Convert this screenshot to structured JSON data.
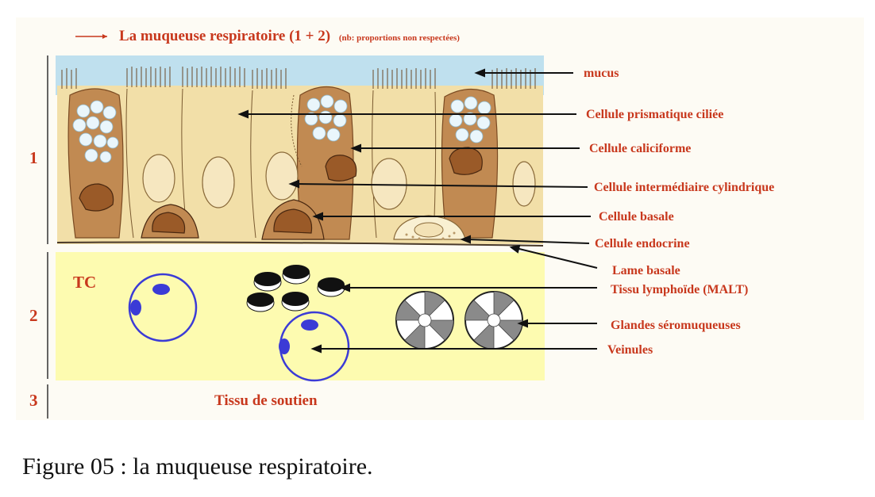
{
  "title": {
    "main": "La muqueuse respiratoire (1 + 2)",
    "note": "(nb: proportions non respectées)"
  },
  "layers": {
    "one": "1",
    "two": "2",
    "three": "3"
  },
  "tc_label": "TC",
  "support_label": "Tissu de soutien",
  "labels": {
    "mucus": "mucus",
    "ciliated": "Cellule prismatique ciliée",
    "goblet": "Cellule caliciforme",
    "intermediate": "Cellule intermédiaire cylindrique",
    "basal": "Cellule basale",
    "endocrine": "Cellule endocrine",
    "basal_lamina": "Lame basale",
    "lymphoid": "Tissu lymphoïde (MALT)",
    "glands": "Glandes séromuqueuses",
    "venules": "Veinules"
  },
  "caption": "Figure 05 : la muqueuse respiratoire.",
  "colors": {
    "label_red": "#c8381d",
    "connective_tissue": "#fdfbb0",
    "mucus_blue": "#bfe0ee",
    "cell_tan": "#f2dfa8",
    "goblet_brown": "#b8763e",
    "venule_blue": "#3b3bd6"
  }
}
